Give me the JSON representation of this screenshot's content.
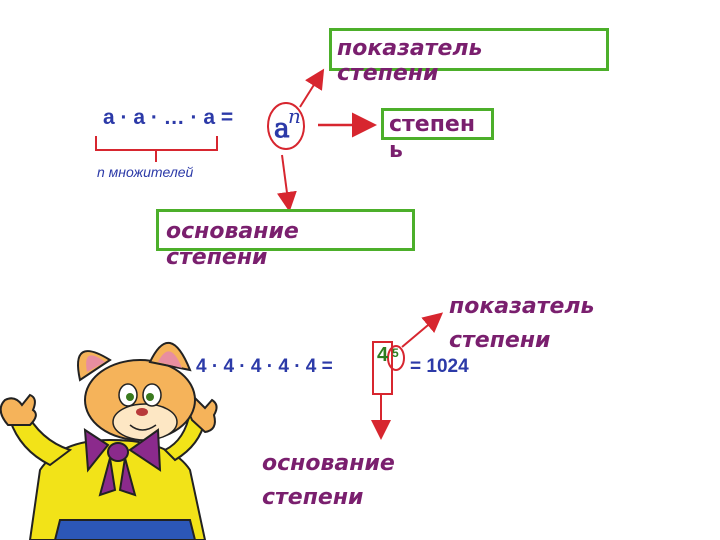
{
  "top_formula": {
    "product": "a · a · … · a =",
    "base": "a",
    "exponent": "n",
    "multipliers_note": "n множителей"
  },
  "labels": {
    "exponent_top": [
      "показатель",
      "степени"
    ],
    "power": [
      "степен",
      "ь"
    ],
    "base_top": [
      "основание",
      "степени"
    ],
    "exponent_bottom": [
      "показатель",
      "степени"
    ],
    "base_bottom": [
      "основание",
      "степени"
    ]
  },
  "bottom_formula": {
    "product_visible": "4 · 4 · 4 · 4 · 4 =",
    "base": "4",
    "exponent": "5",
    "result": "= 1024"
  },
  "colors": {
    "label_purple": "#7a1f6e",
    "formula_blue": "#2c3aa8",
    "box_green": "#4caf2a",
    "arrow_red": "#d7262f",
    "power_green": "#2e7d20"
  },
  "illustration": "cartoon-cat"
}
